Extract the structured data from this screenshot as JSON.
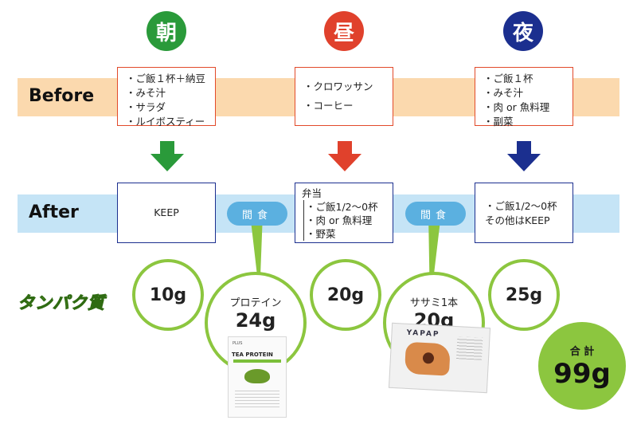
{
  "meals": {
    "morning": {
      "label": "朝",
      "color": "#2a9a3a"
    },
    "noon": {
      "label": "昼",
      "color": "#e0412c"
    },
    "night": {
      "label": "夜",
      "color": "#1b2f8f"
    }
  },
  "before": {
    "label": "Before",
    "morning": [
      "・ご飯１杯＋納豆",
      "・みそ汁",
      "・サラダ",
      "・ルイボスティー"
    ],
    "noon": [
      "・クロワッサン",
      "・コーヒー"
    ],
    "night": [
      "・ご飯１杯",
      "・みそ汁",
      "・肉 or 魚料理",
      "・副菜"
    ]
  },
  "after": {
    "label": "After",
    "morning": "KEEP",
    "noon_title": "弁当",
    "noon": [
      "・ご飯1/2～0杯",
      "・肉 or 魚料理",
      "・野菜"
    ],
    "night": [
      "・ご飯1/2～0杯",
      "その他はKEEP"
    ],
    "snack_label": "間食"
  },
  "protein": {
    "label": "タンパク質",
    "morning": "10g",
    "snack1_name": "プロテイン",
    "snack1": "24g",
    "noon": "20g",
    "snack2_name": "ササミ1本",
    "snack2": "20g",
    "night": "25g",
    "total_label": "合 計",
    "total": "99g"
  },
  "product": {
    "brand": "PLUS",
    "name": "TEA PROTEIN",
    "pack_text": "YAPAP"
  },
  "colors": {
    "before_band": "#fbd9ae",
    "after_band": "#c5e4f6",
    "green": "#8cc63f",
    "snack_blue": "#5bb0e0"
  }
}
